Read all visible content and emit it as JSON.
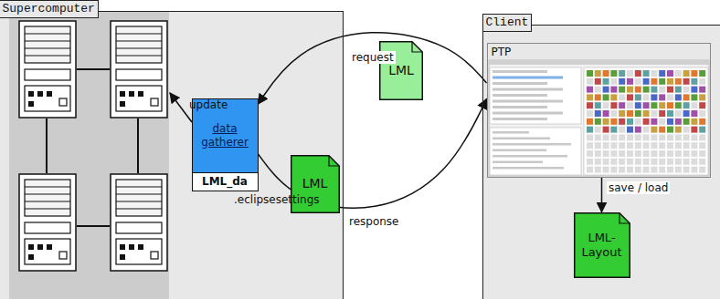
{
  "diagram": {
    "nodes": [
      {
        "text": [
          "Supercomputer"
        ]
      },
      {
        "text": [
          "data gatherer"
        ],
        "in": 0
      },
      {
        "text": [
          "LML_da"
        ],
        "in": 0
      },
      {
        "text": [
          "Client"
        ]
      },
      {
        "text": [
          "PTP"
        ],
        "in": 3
      },
      {
        "text": [
          "LML-Layout"
        ],
        "in": 3
      },
      {
        "text": [
          "LML"
        ]
      },
      {
        "text": [
          "LML"
        ],
        "in": 0
      }
    ],
    "edges": [
      {
        "from": 4,
        "to": 1,
        "arrow": "to",
        "label": "request"
      },
      {
        "from": 1,
        "to": 4,
        "arrow": "to",
        "label": "response"
      },
      {
        "from": 4,
        "to": 5,
        "arrow": "to",
        "label": "save / load"
      }
    ],
    "labels": [
      "update",
      ".eclipsesettings"
    ]
  }
}
